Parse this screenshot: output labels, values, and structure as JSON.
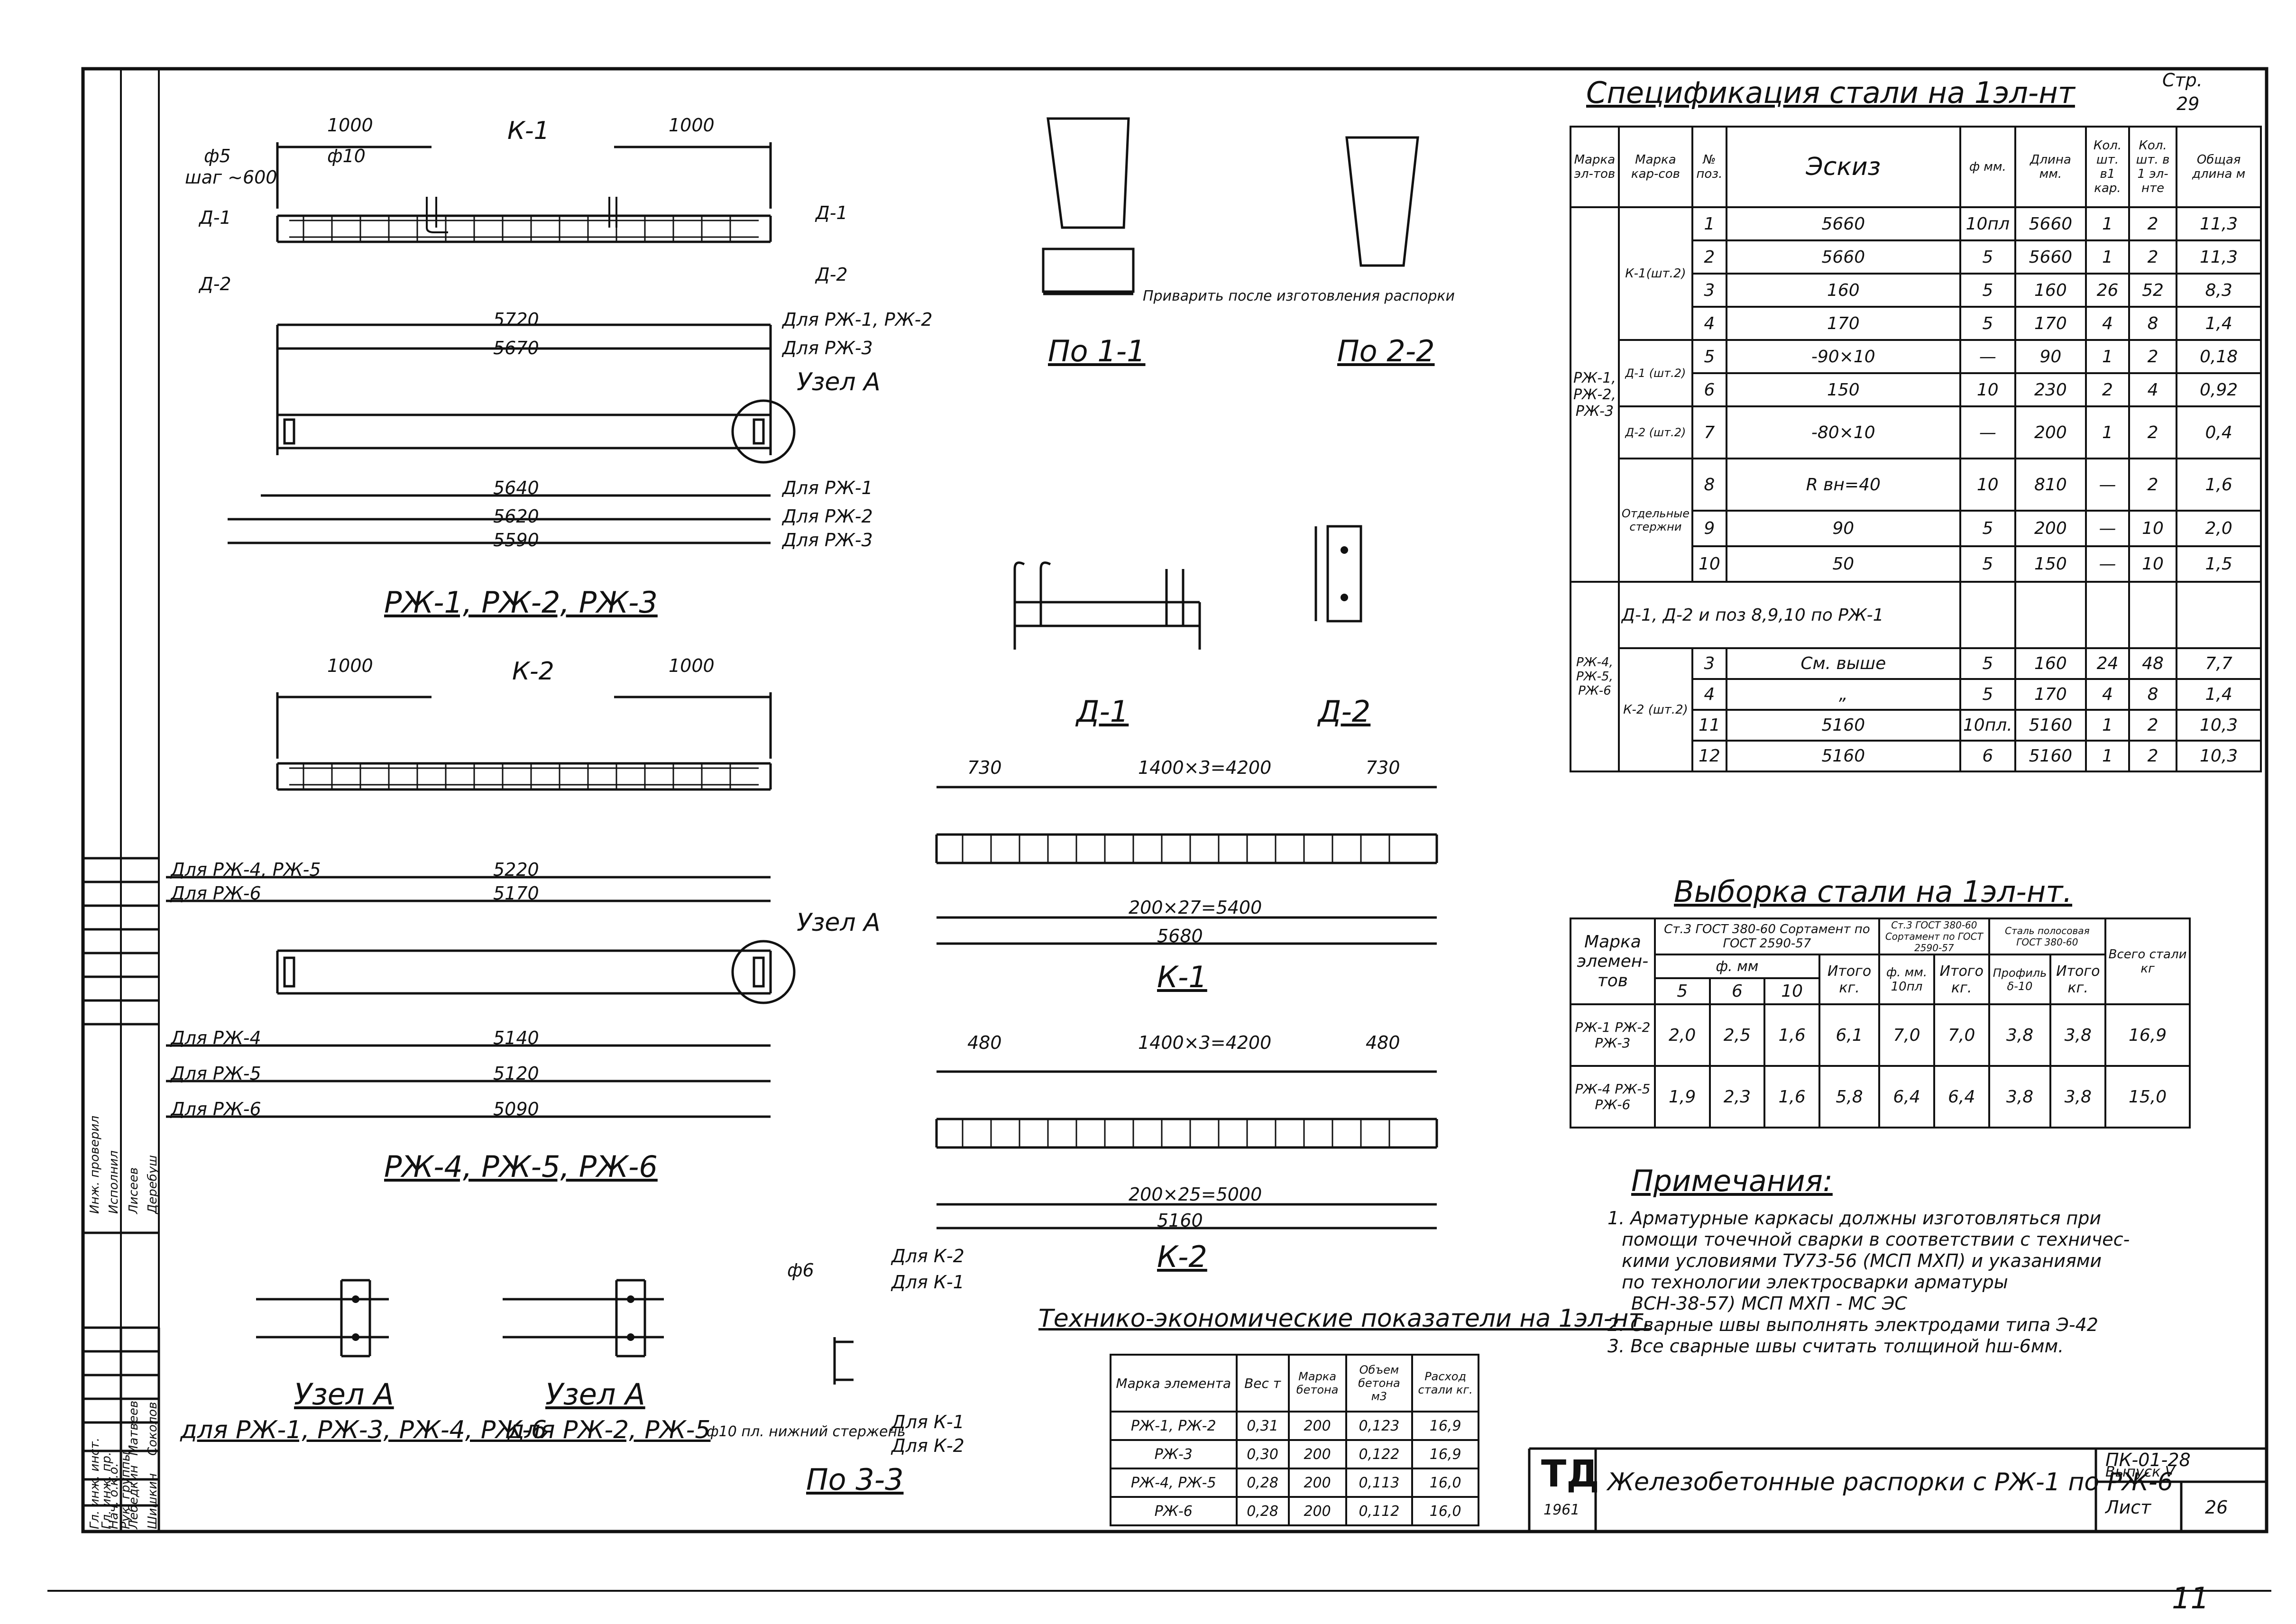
{
  "spec": {
    "title": "Спецификация стали на 1эл-нт",
    "page_label": "Стр.",
    "page_num": "29",
    "headers": [
      "Марка эл-тов",
      "Марка кар-сов",
      "№ поз.",
      "Эскиз",
      "ф мм.",
      "Длина мм.",
      "Кол. шт. в1 кар.",
      "Кол. шт. в 1 эл-нте",
      "Общая длина м"
    ],
    "group_a_mark": "РЖ-1, РЖ-2, РЖ-3",
    "group_a_k1": "К-1(шт.2)",
    "group_a_d1": "Д-1 (шт.2)",
    "group_a_d2": "Д-2 (шт.2)",
    "group_a_sep": "Отдельные стержни",
    "rows_a": [
      {
        "pos": "1",
        "sketch": "5660",
        "d": "10пл",
        "len": "5660",
        "n1": "1",
        "n2": "2",
        "total": "11,3"
      },
      {
        "pos": "2",
        "sketch": "5660",
        "d": "5",
        "len": "5660",
        "n1": "1",
        "n2": "2",
        "total": "11,3"
      },
      {
        "pos": "3",
        "sketch": "160",
        "d": "5",
        "len": "160",
        "n1": "26",
        "n2": "52",
        "total": "8,3"
      },
      {
        "pos": "4",
        "sketch": "170",
        "d": "5",
        "len": "170",
        "n1": "4",
        "n2": "8",
        "total": "1,4"
      },
      {
        "pos": "5",
        "sketch": "-90×10",
        "d": "—",
        "len": "90",
        "n1": "1",
        "n2": "2",
        "total": "0,18"
      },
      {
        "pos": "6",
        "sketch": "150",
        "d": "10",
        "len": "230",
        "n1": "2",
        "n2": "4",
        "total": "0,92"
      },
      {
        "pos": "7",
        "sketch": "-80×10",
        "d": "—",
        "len": "200",
        "n1": "1",
        "n2": "2",
        "total": "0,4"
      },
      {
        "pos": "8",
        "sketch": "R вн=40",
        "d": "10",
        "len": "810",
        "n1": "—",
        "n2": "2",
        "total": "1,6"
      },
      {
        "pos": "9",
        "sketch": "90",
        "d": "5",
        "len": "200",
        "n1": "—",
        "n2": "10",
        "total": "2,0"
      },
      {
        "pos": "10",
        "sketch": "50",
        "d": "5",
        "len": "150",
        "n1": "—",
        "n2": "10",
        "total": "1,5"
      }
    ],
    "group_b_mark": "РЖ-4, РЖ-5, РЖ-6",
    "group_b_k2": "К-2 (шт.2)",
    "group_b_note": "Д-1, Д-2 и поз 8,9,10 по РЖ-1",
    "rows_b": [
      {
        "pos": "3",
        "sketch": "См. выше",
        "d": "5",
        "len": "160",
        "n1": "24",
        "n2": "48",
        "total": "7,7"
      },
      {
        "pos": "4",
        "sketch": "„",
        "d": "5",
        "len": "170",
        "n1": "4",
        "n2": "8",
        "total": "1,4"
      },
      {
        "pos": "11",
        "sketch": "5160",
        "d": "10пл.",
        "len": "5160",
        "n1": "1",
        "n2": "2",
        "total": "10,3"
      },
      {
        "pos": "12",
        "sketch": "5160",
        "d": "6",
        "len": "5160",
        "n1": "1",
        "n2": "2",
        "total": "10,3"
      }
    ]
  },
  "vyb": {
    "title": "Выборка стали на 1эл-нт.",
    "h_mark": "Марка элемен-тов",
    "h_st3": "Ст.3 ГОСТ 380-60 Сортамент по ГОСТ 2590-57",
    "h_wire": "Ст.3 ГОСТ 380-60 Сортамент по ГОСТ 2590-57",
    "h_strip": "Сталь полосовая ГОСТ 380-60",
    "h_all": "Всего стали кг",
    "h_fmm": "ф. мм",
    "h_itogo": "Итого кг.",
    "h_f10": "ф. мм. 10пл",
    "h_prof": "Профиль δ-10",
    "diams": [
      "5",
      "6",
      "10"
    ],
    "rows": [
      {
        "mark": "РЖ-1 РЖ-2 РЖ-3",
        "v5": "2,0",
        "v6": "2,5",
        "v10": "1,6",
        "it1": "6,1",
        "f10": "7,0",
        "it2": "7,0",
        "pr": "3,8",
        "it3": "3,8",
        "all": "16,9"
      },
      {
        "mark": "РЖ-4 РЖ-5 РЖ-6",
        "v5": "1,9",
        "v6": "2,3",
        "v10": "1,6",
        "it1": "5,8",
        "f10": "6,4",
        "it2": "6,4",
        "pr": "3,8",
        "it3": "3,8",
        "all": "15,0"
      }
    ]
  },
  "notes": {
    "title": "Примечания:",
    "lines": [
      "1. Арматурные каркасы должны изготовляться при",
      "помощи точечной сварки в соответствии с техничес-",
      "кими условиями ТУ73-56 (МСП МХП) и указаниями",
      "по технологии электросварки арматуры",
      "ВСН-38-57) МСП МХП - МС ЭС",
      "2. Сварные швы выполнять электродами типа Э-42",
      "3. Все сварные швы считать толщиной hш-6мм."
    ]
  },
  "tep": {
    "title": "Технико-экономические показатели на 1эл-нт.",
    "headers": [
      "Марка элемента",
      "Вес т",
      "Марка бетона",
      "Объем бетона м3",
      "Расход стали кг."
    ],
    "rows": [
      [
        "РЖ-1, РЖ-2",
        "0,31",
        "200",
        "0,123",
        "16,9"
      ],
      [
        "РЖ-3",
        "0,30",
        "200",
        "0,122",
        "16,9"
      ],
      [
        "РЖ-4, РЖ-5",
        "0,28",
        "200",
        "0,113",
        "16,0"
      ],
      [
        "РЖ-6",
        "0,28",
        "200",
        "0,112",
        "16,0"
      ]
    ]
  },
  "stamp": {
    "logo": "ТД",
    "year": "1961",
    "title": "Железобетонные распорки с РЖ-1 по РЖ-6",
    "code": "ПК-01-28",
    "issue": "Выпуск V",
    "sheet_label": "Лист",
    "sheet": "26",
    "roles": [
      "Гл. инж. инст.",
      "Нач. о.к.о.",
      "Гл. инж. пр.",
      "Рук. группы",
      "Инж. проверил",
      "Исполнил"
    ],
    "names": [
      "Лебедкин",
      "Шишкин",
      "Матвеев",
      "Соколов",
      "Лисеев",
      "Деребуш"
    ]
  },
  "drawings": {
    "title_a": "РЖ-1, РЖ-2, РЖ-3",
    "title_b": "РЖ-4, РЖ-5, РЖ-6",
    "k1": "К-1",
    "k2": "К-2",
    "d1": "Д-1",
    "d2": "Д-2",
    "s11": "По 1-1",
    "s22": "По 2-2",
    "s33": "По 3-3",
    "uzel": "Узел А",
    "uzel_a": "для РЖ-1, РЖ-3, РЖ-4, РЖ-6",
    "uzel_b": "для РЖ-2, РЖ-5",
    "dims_a": [
      "1000",
      "1000",
      "5720",
      "5670",
      "5640",
      "5620",
      "5590"
    ],
    "for_a": [
      "Для РЖ-1, РЖ-2",
      "Для РЖ-3",
      "Для РЖ-1",
      "Для РЖ-2",
      "Для РЖ-3"
    ],
    "dims_b": [
      "1000",
      "1000",
      "5220",
      "5170",
      "5140",
      "5120",
      "5090"
    ],
    "for_b": [
      "Для РЖ-4, РЖ-5",
      "Для РЖ-6",
      "Для РЖ-4",
      "Для РЖ-5",
      "Для РЖ-6"
    ],
    "step": "шаг ~600",
    "phi5": "ф5",
    "phi10": "ф10",
    "k1_dims": [
      "730",
      "1400×3=4200",
      "730",
      "200×27=5400",
      "5680"
    ],
    "k2_dims": [
      "480",
      "1400×3=4200",
      "480",
      "200×25=5000",
      "5160"
    ],
    "weld_note": "Приварить после изготовления распорки",
    "s33_labels": [
      "Для К-2",
      "Для К-1",
      "Для К-1",
      "Для К-2",
      "ф10 пл. нижний стержень",
      "ф6"
    ],
    "page_corner": "11"
  }
}
